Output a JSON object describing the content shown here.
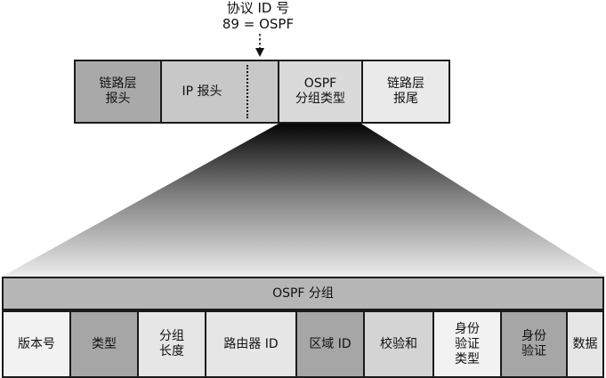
{
  "annotation": {
    "line1": "协议 ID 号",
    "line2": "89 = OSPF"
  },
  "header_row": [
    {
      "label": "链路层\n报头",
      "fill": "#a9a9a9"
    },
    {
      "label": "IP 报头",
      "fill": "#c8c8c8"
    },
    {
      "label": "OSPF\n分组类型",
      "fill": "#dadada"
    },
    {
      "label": "链路层\n报尾",
      "fill": "#eaeaea"
    }
  ],
  "ospf_packet": {
    "title": "OSPF 分组",
    "title_fill": "#b6b6b6"
  },
  "fields": [
    {
      "label": "版本号",
      "fill": "#f2f2f2"
    },
    {
      "label": "类型",
      "fill": "#a6a6a6"
    },
    {
      "label": "分组\n长度",
      "fill": "#e6e6e6"
    },
    {
      "label": "路由器 ID",
      "fill": "#e6e6e6"
    },
    {
      "label": "区域 ID",
      "fill": "#a6a6a6"
    },
    {
      "label": "校验和",
      "fill": "#d4d4d4"
    },
    {
      "label": "身份\n验证\n类型",
      "fill": "#f2f2f2"
    },
    {
      "label": "身份\n验证",
      "fill": "#a6a6a6"
    },
    {
      "label": "数据",
      "fill": "#e6e6e6"
    }
  ]
}
